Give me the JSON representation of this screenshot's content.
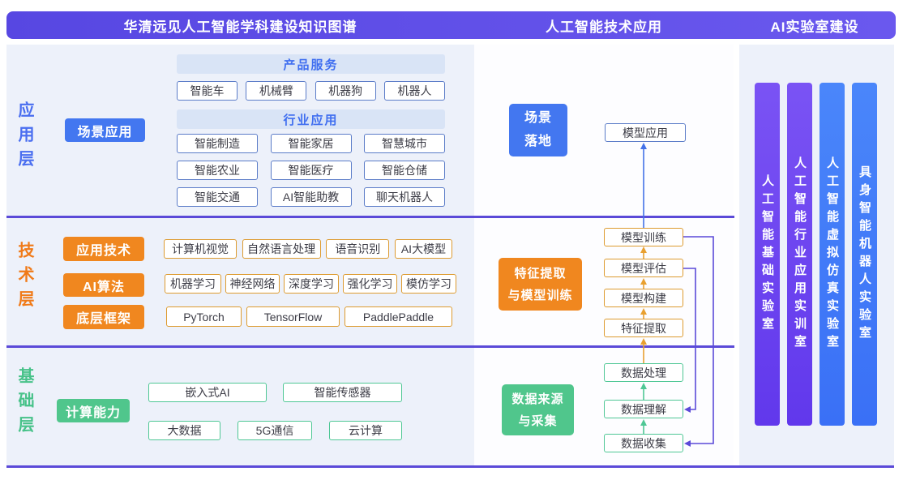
{
  "header": {
    "titles": [
      "华清远见人工智能学科建设知识图谱",
      "人工智能技术应用",
      "AI实验室建设"
    ]
  },
  "left_panel": {
    "application_layer": {
      "label": "应用层",
      "scene_button": "场景应用",
      "product_services": {
        "title": "产品服务",
        "items": [
          "智能车",
          "机械臂",
          "机器狗",
          "机器人"
        ]
      },
      "industry_applications": {
        "title": "行业应用",
        "rows": [
          [
            "智能制造",
            "智能家居",
            "智慧城市"
          ],
          [
            "智能农业",
            "智能医疗",
            "智能仓储"
          ],
          [
            "智能交通",
            "AI智能助教",
            "聊天机器人"
          ]
        ]
      }
    },
    "technology_layer": {
      "label": "技术层",
      "category_buttons": [
        "应用技术",
        "AI算法",
        "底层框架"
      ],
      "rows": [
        [
          "计算机视觉",
          "自然语言处理",
          "语音识别",
          "AI大模型"
        ],
        [
          "机器学习",
          "神经网络",
          "深度学习",
          "强化学习",
          "模仿学习"
        ],
        [
          "PyTorch",
          "TensorFlow",
          "PaddlePaddle"
        ]
      ]
    },
    "foundation_layer": {
      "label": "基础层",
      "compute_button": "计算能力",
      "rows": [
        [
          "嵌入式AI",
          "智能传感器"
        ],
        [
          "大数据",
          "5G通信",
          "云计算"
        ]
      ]
    }
  },
  "middle_panel": {
    "scene_landing": [
      "场景",
      "落地"
    ],
    "model_application": "模型应用",
    "feature_extraction_training": [
      "特征提取",
      "与模型训练"
    ],
    "model_chain": [
      "模型训练",
      "模型评估",
      "模型构建",
      "特征提取"
    ],
    "data_source_collection": [
      "数据来源",
      "与采集"
    ],
    "data_chain": [
      "数据处理",
      "数据理解",
      "数据收集"
    ]
  },
  "right_panel": {
    "labs": [
      "人工智能基础实验室",
      "人工智能行业应用实训室",
      "人工智能虚拟仿真实验室",
      "具身智能机器人实验室"
    ]
  },
  "colors": {
    "header_purple": "#5a4be4",
    "panel_lavender": "#edf1fa",
    "blue_accent": "#4377f0",
    "orange_accent": "#f0871f",
    "green_accent": "#50c68c",
    "divider_purple": "#5b4ad8",
    "lab_bar_purple": "#6b44ef",
    "lab_bar_blue": "#3e7bf8",
    "box_border_blue": "#5b7cc8",
    "box_border_orange": "#dd9b30",
    "box_border_green": "#4fc795",
    "arrow_blue": "#4472e8",
    "arrow_orange": "#e8a030",
    "arrow_green": "#4fc795"
  }
}
